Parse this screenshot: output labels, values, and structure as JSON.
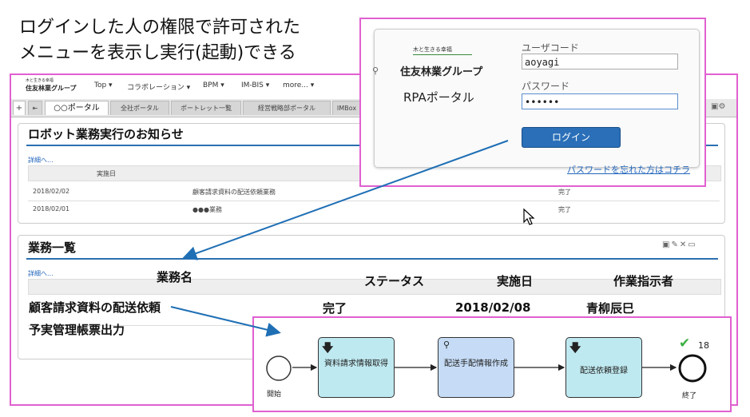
{
  "headline": {
    "line1": "ログインした人の権限で許可された",
    "line2": "メニューを表示し実行(起動)できる"
  },
  "portal": {
    "logo_small": "木と生きる幸福",
    "logo_name": "住友林業グループ",
    "menu": [
      "Top ▾",
      "コラボレーション ▾",
      "BPM ▾",
      "IM-BIS ▾",
      "more... ▾"
    ],
    "tabs": [
      "○○ポータル",
      "全社ポータル",
      "ポートレット一覧",
      "経営戦略部ポータル",
      "IMBox"
    ],
    "tab_plus": "+",
    "tab_back": "⇤"
  },
  "notice_panel": {
    "title": "ロボット業務実行のお知らせ",
    "more_link": "詳細へ...",
    "col_date": "実施日",
    "rows": [
      {
        "date": "2018/02/02",
        "task": "顧客請求資料の配送依頼業務",
        "status": "完了"
      },
      {
        "date": "2018/02/01",
        "task": "●●●業務",
        "status": "完了"
      }
    ]
  },
  "work_panel": {
    "title": "業務一覧",
    "more_link": "詳細へ...",
    "headers": {
      "name": "業務名",
      "status": "ステータス",
      "date": "実施日",
      "assignee": "作業指示者"
    },
    "rows": [
      {
        "name": "顧客請求資料の配送依頼",
        "status": "完了",
        "date": "2018/02/08",
        "assignee": "青柳辰巳"
      },
      {
        "name": "予実管理帳票出力",
        "status": "",
        "date": "",
        "assignee": ""
      }
    ]
  },
  "login": {
    "logo_small": "木と生きる幸福",
    "logo_name": "住友林業グループ",
    "subtitle": "RPAポータル",
    "user_label": "ユーザコード",
    "user_value": "aoyagi",
    "pass_label": "パスワード",
    "pass_value": "••••••",
    "button": "ログイン",
    "forgot_link": "パスワードを忘れた方はコチラ"
  },
  "flow": {
    "start_label": "開始",
    "end_label": "終了",
    "count": "18",
    "tasks": [
      "資料請求情報取得",
      "配送手配情報作成",
      "配送依頼登録"
    ]
  },
  "colors": {
    "frame": "#e060d0",
    "accent": "#2b6fb0",
    "task": "#bfe9f0",
    "user_task": "#c6dcf6",
    "check": "#3cb043"
  }
}
